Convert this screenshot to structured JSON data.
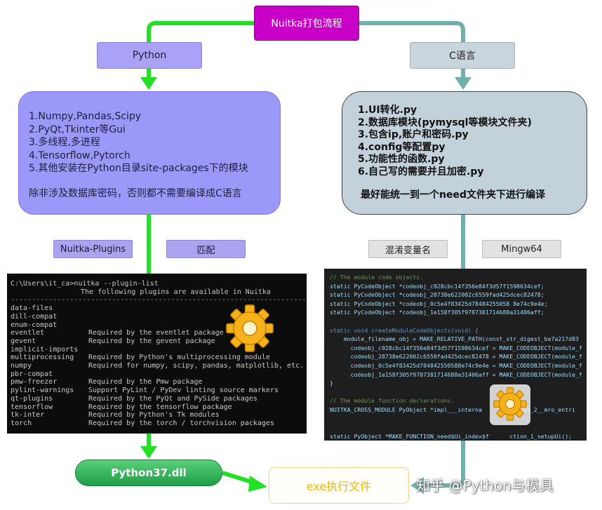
{
  "title": "Nuitka打包流程",
  "left": {
    "label": "Python",
    "items": [
      "1.Numpy,Pandas,Scipy",
      "2.PyQt,Tkinter等Gui",
      "3.多线程,多进程",
      "4.Tensorflow,Pytorch",
      "5.其他安装在Python目录site-packages下的模块"
    ],
    "note": "除非涉及数据库密码，否则都不需要编译成C语言",
    "tags": [
      "Nuitka-Plugins",
      "匹配"
    ]
  },
  "right": {
    "label": "C语言",
    "items": [
      "1.UI转化.py",
      "2.数据库模块(pymysql等模块文件夹)",
      "3.包含ip,账户和密码.py",
      "4.config等配置py",
      "5.功能性的函数.py",
      "6.自己写的需要并且加密.py"
    ],
    "note": "最好能统一到一个need文件夹下进行编译",
    "tags": [
      "混淆变量名",
      "Mingw64"
    ]
  },
  "terminal": {
    "command": "C:\\Users\\it_ca>nuitka --plugin-list",
    "header": "The following plugins are available in Nuitka",
    "divider": "------------------------------------------------------------------------------------",
    "plugins": [
      {
        "name": "data-files",
        "desc": ""
      },
      {
        "name": "dill-compat",
        "desc": ""
      },
      {
        "name": "enum-compat",
        "desc": ""
      },
      {
        "name": "eventlet",
        "desc": "Required by the eventlet package"
      },
      {
        "name": "gevent",
        "desc": "Required by the gevent package"
      },
      {
        "name": "implicit-imports",
        "desc": ""
      },
      {
        "name": "multiprocessing",
        "desc": "Required by Python's multiprocessing module"
      },
      {
        "name": "numpy",
        "desc": "Required for numpy, scipy, pandas, matplotlib, etc."
      },
      {
        "name": "pbr-compat",
        "desc": ""
      },
      {
        "name": "pmw-freezer",
        "desc": "Required by the Pmw package"
      },
      {
        "name": "pylint-warnings",
        "desc": "Support PyLint / PyDev linting source markers"
      },
      {
        "name": "qt-plugins",
        "desc": "Required by the PyQt and PySide packages"
      },
      {
        "name": "tensorflow",
        "desc": "Required by the tensorflow package"
      },
      {
        "name": "tk-inter",
        "desc": "Required by Python's Tk modules"
      },
      {
        "name": "torch",
        "desc": "Required by the torch / torchvision packages"
      }
    ]
  },
  "code": {
    "lines": [
      {
        "t": "// The module code objects.",
        "c": "comment"
      },
      {
        "t": "static PyCodeObject *codeobj_c928cbc14f356e84f3d57f1598634cef;",
        "c": "ident"
      },
      {
        "t": "static PyCodeObject *codeobj_28738e622002c6559fad425dcec82478;",
        "c": "ident"
      },
      {
        "t": "static PyCodeObject *codeobj_0c5e4f83425d78484255058 8e74c9e4e;",
        "c": "ident"
      },
      {
        "t": "static PyCodeObject *codeobj_1e158f305f9787381714688a31406aff;",
        "c": "ident"
      },
      {
        "t": "",
        "c": "ident"
      },
      {
        "t": "static void createModuleCodeObjects(void) {",
        "c": "kw"
      },
      {
        "t": "    module_filename_obj = MAKE_RELATIVE_PATH(const_str_digest_ba7a217d83",
        "c": "ident"
      },
      {
        "t": "      codeobj_c928cbc14f356e84f3d57f1598634cef = MAKE_CODEOBJECT(module_f",
        "c": "ident"
      },
      {
        "t": "      codeobj_28738e622002c6559fad425dcec82478 = MAKE_CODEOBJECT(module_f",
        "c": "ident"
      },
      {
        "t": "      codeobj_0c5e4f83425d784842550588e74c9e4e = MAKE_CODEOBJECT(module_f",
        "c": "ident"
      },
      {
        "t": "      codeobj_1e158f305f9787381714688a31406aff = MAKE_CODEOBJECT(module_f",
        "c": "ident"
      },
      {
        "t": "}",
        "c": "ident"
      },
      {
        "t": "",
        "c": "ident"
      },
      {
        "t": "// The module function declarations.",
        "c": "comment"
      },
      {
        "t": "NUITKA_CROSS_MODULE PyObject *impl___interna         ction_2__mro_entri",
        "c": "ident"
      },
      {
        "t": "",
        "c": "ident"
      },
      {
        "t": "",
        "c": "ident"
      },
      {
        "t": "static PyObject *MAKE_FUNCTION_need$Ui_index$f      ction_1_setupUi();",
        "c": "ident"
      }
    ]
  },
  "dll": "Python37.dll",
  "exe": "exe执行文件",
  "watermark": "知乎 @Python与模具",
  "colors": {
    "title_bg": "#c800c8",
    "green_arrow": "#22e022",
    "teal_arrow": "#6fb0a8",
    "left_card": "#9c98f9",
    "right_card": "#c3d1da",
    "dll_green": "#2bb050",
    "exe_text": "#f0b400"
  },
  "icons": {
    "gear_left": "gear-icon",
    "gear_right": "gear-icon"
  }
}
